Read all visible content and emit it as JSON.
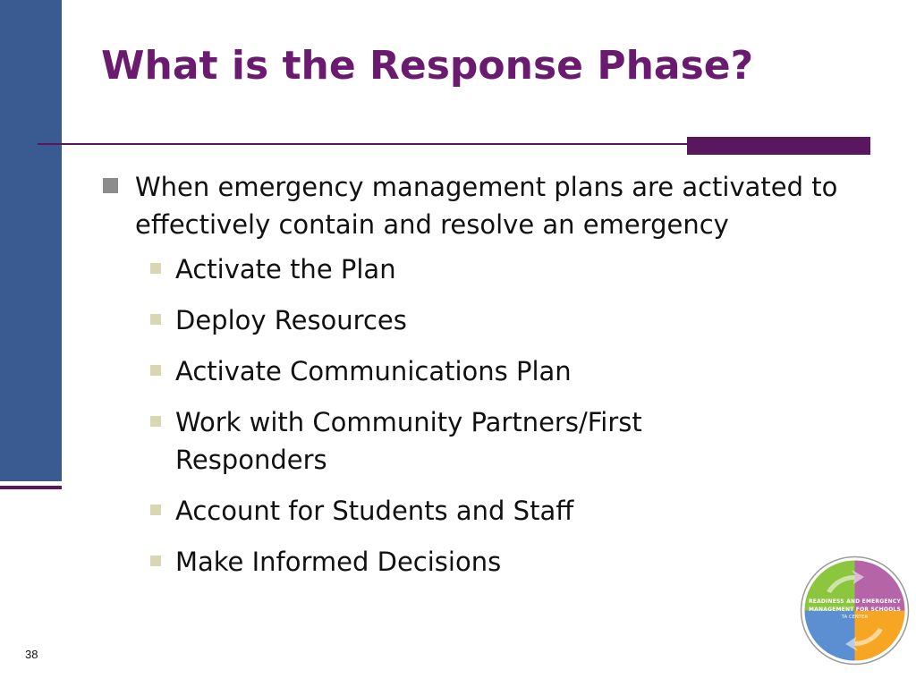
{
  "slide": {
    "title": "What is the Response Phase?",
    "main_bullet": "When emergency management plans are activated to effectively contain and resolve an emergency",
    "sub_bullets": [
      "Activate the Plan",
      "Deploy Resources",
      "Activate Communications Plan",
      "Work with Community Partners/First Responders",
      "Account for Students and Staff",
      "Make Informed Decisions"
    ],
    "page_number": "38"
  },
  "logo": {
    "line1": "READINESS AND EMERGENCY",
    "line2": "MANAGEMENT FOR SCHOOLS",
    "line3": "TA CENTER"
  },
  "colors": {
    "title": "#6a1b6f",
    "left_bar": "#3a5a92",
    "accent_rule": "#5b1660",
    "main_marker": "#8c8c8c",
    "sub_marker": "#d9d6b4",
    "logo_green": "#8cc63f",
    "logo_purple": "#b565a7",
    "logo_blue": "#5b8fd1",
    "logo_orange": "#f6a623"
  }
}
